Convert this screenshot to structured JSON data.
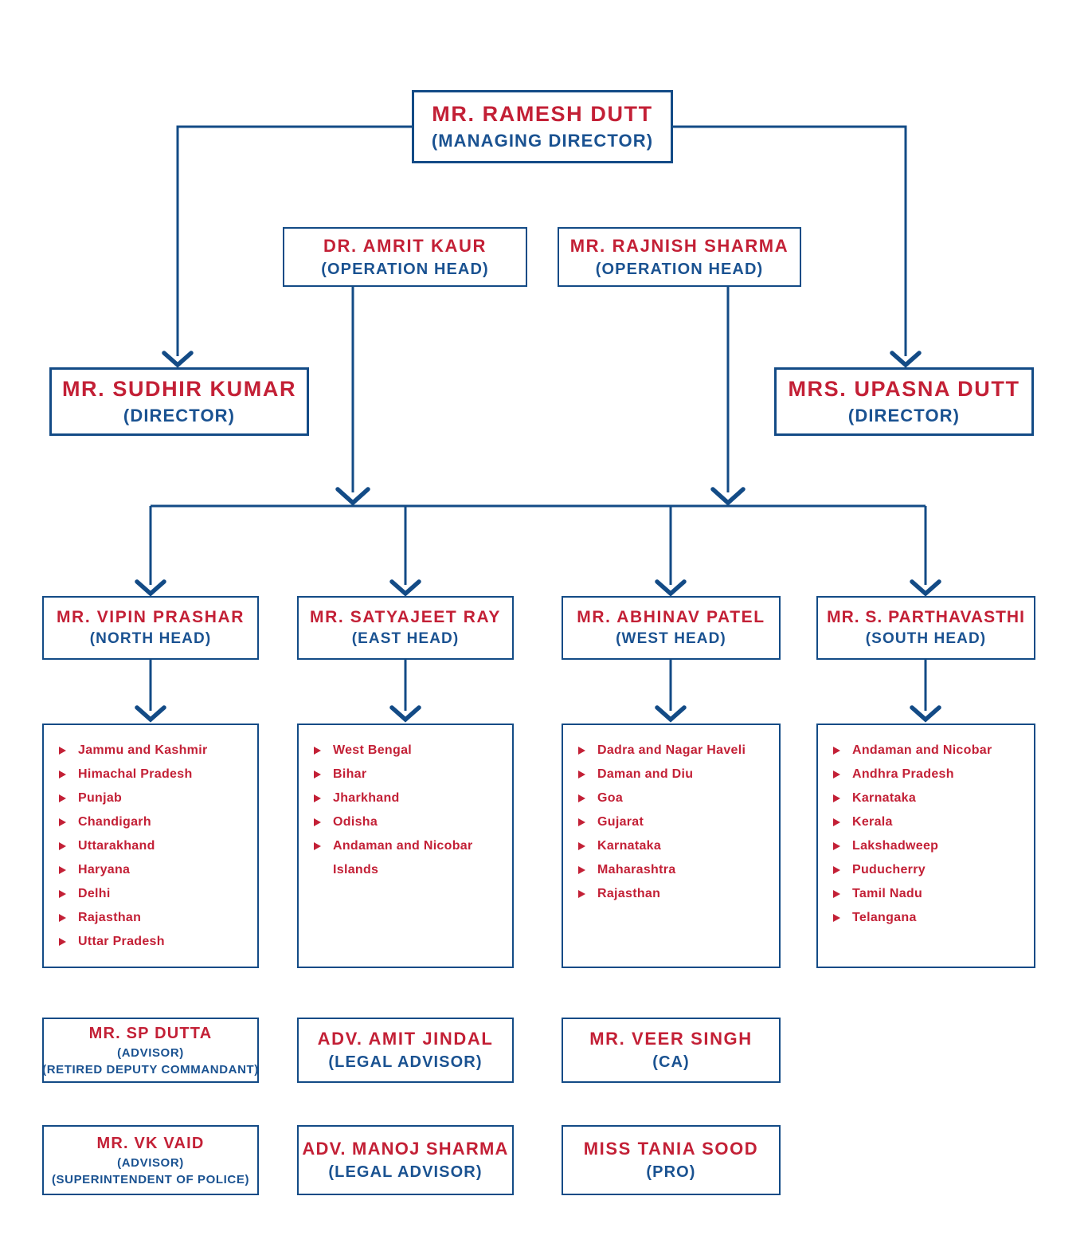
{
  "palette": {
    "red": "#c32036",
    "blue": "#1a5291",
    "line": "#134b86",
    "bg": "#ffffff"
  },
  "org": {
    "managing_director": {
      "name": "MR. RAMESH DUTT",
      "role": "(MANAGING DIRECTOR)"
    },
    "operation_heads": [
      {
        "name": "DR. AMRIT KAUR",
        "role": "(OPERATION HEAD)"
      },
      {
        "name": "MR. RAJNISH SHARMA",
        "role": "(OPERATION HEAD)"
      }
    ],
    "directors": [
      {
        "name": "MR. SUDHIR KUMAR",
        "role": "(DIRECTOR)"
      },
      {
        "name": "MRS. UPASNA DUTT",
        "role": "(DIRECTOR)"
      }
    ],
    "regional_heads": [
      {
        "name": "MR. VIPIN PRASHAR",
        "role": "(NORTH HEAD)",
        "states": [
          "Jammu and Kashmir",
          "Himachal Pradesh",
          "Punjab",
          "Chandigarh",
          "Uttarakhand",
          "Haryana",
          "Delhi",
          "Rajasthan",
          "Uttar Pradesh"
        ]
      },
      {
        "name": "MR. SATYAJEET RAY",
        "role": "(EAST HEAD)",
        "states": [
          "West Bengal",
          "Bihar",
          "Jharkhand",
          "Odisha",
          "Andaman and Nicobar Islands"
        ]
      },
      {
        "name": "MR. ABHINAV PATEL",
        "role": "(WEST HEAD)",
        "states": [
          "Dadra and Nagar Haveli",
          "Daman and Diu",
          "Goa",
          "Gujarat",
          "Karnataka",
          "Maharashtra",
          "Rajasthan"
        ]
      },
      {
        "name": "MR. S. PARTHAVASTHI",
        "role": "(SOUTH HEAD)",
        "states": [
          "Andaman and Nicobar",
          "Andhra Pradesh",
          "Karnataka",
          "Kerala",
          "Lakshadweep",
          "Puducherry",
          "Tamil Nadu",
          "Telangana"
        ]
      }
    ],
    "support": [
      {
        "name": "MR. SP DUTTA",
        "roles": [
          "(ADVISOR)",
          "(RETIRED DEPUTY COMMANDANT)"
        ]
      },
      {
        "name": "ADV. AMIT JINDAL",
        "roles": [
          "(LEGAL ADVISOR)"
        ]
      },
      {
        "name": "MR. VEER SINGH",
        "roles": [
          "(CA)"
        ]
      },
      {
        "name": "MR. VK VAID",
        "roles": [
          "(ADVISOR)",
          "(SUPERINTENDENT OF POLICE)"
        ]
      },
      {
        "name": "ADV. MANOJ SHARMA",
        "roles": [
          "(LEGAL ADVISOR)"
        ]
      },
      {
        "name": "MISS TANIA SOOD",
        "roles": [
          "(PRO)"
        ]
      }
    ]
  }
}
